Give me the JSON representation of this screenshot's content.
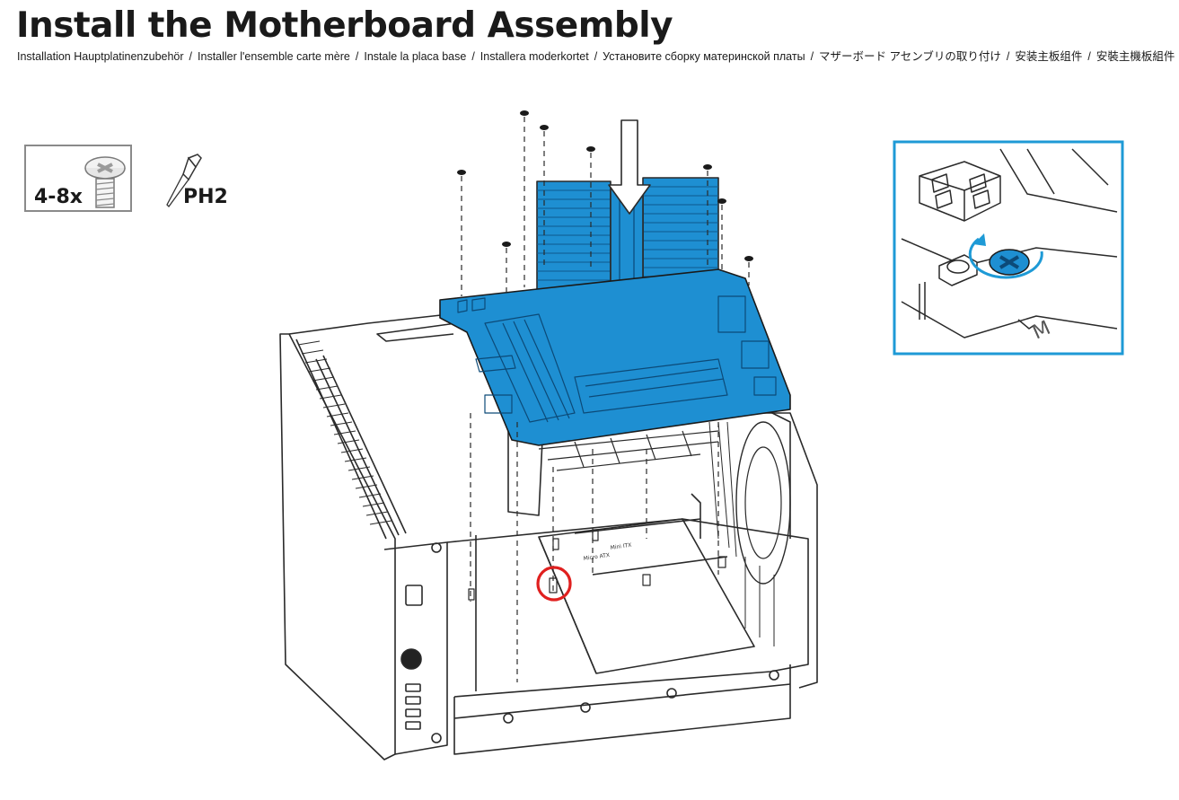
{
  "header": {
    "title": "Install the Motherboard Assembly",
    "translations": [
      "Installation Hauptplatinenzubehör",
      "Installer l'ensemble carte mère",
      "Instale la placa base",
      "Installera moderkortet",
      "Установите сборку материнской платы",
      "マザーボード アセンブリの取り付け",
      "安装主板组件",
      "安裝主機板組件"
    ],
    "separator": "/"
  },
  "parts": {
    "screw_quantity": "4-8x",
    "screw_icon": "screw-icon",
    "tool_label": "PH2",
    "tool_icon": "screwdriver-icon"
  },
  "diagram": {
    "board_labels": [
      "Micro ATX",
      "Mini ITX"
    ],
    "detail_mark": "M"
  },
  "colors": {
    "motherboard": "#1e8fd2",
    "detail_frame": "#1e9ad6",
    "highlight_circle": "#e0201f",
    "line": "#2a2a2a"
  }
}
